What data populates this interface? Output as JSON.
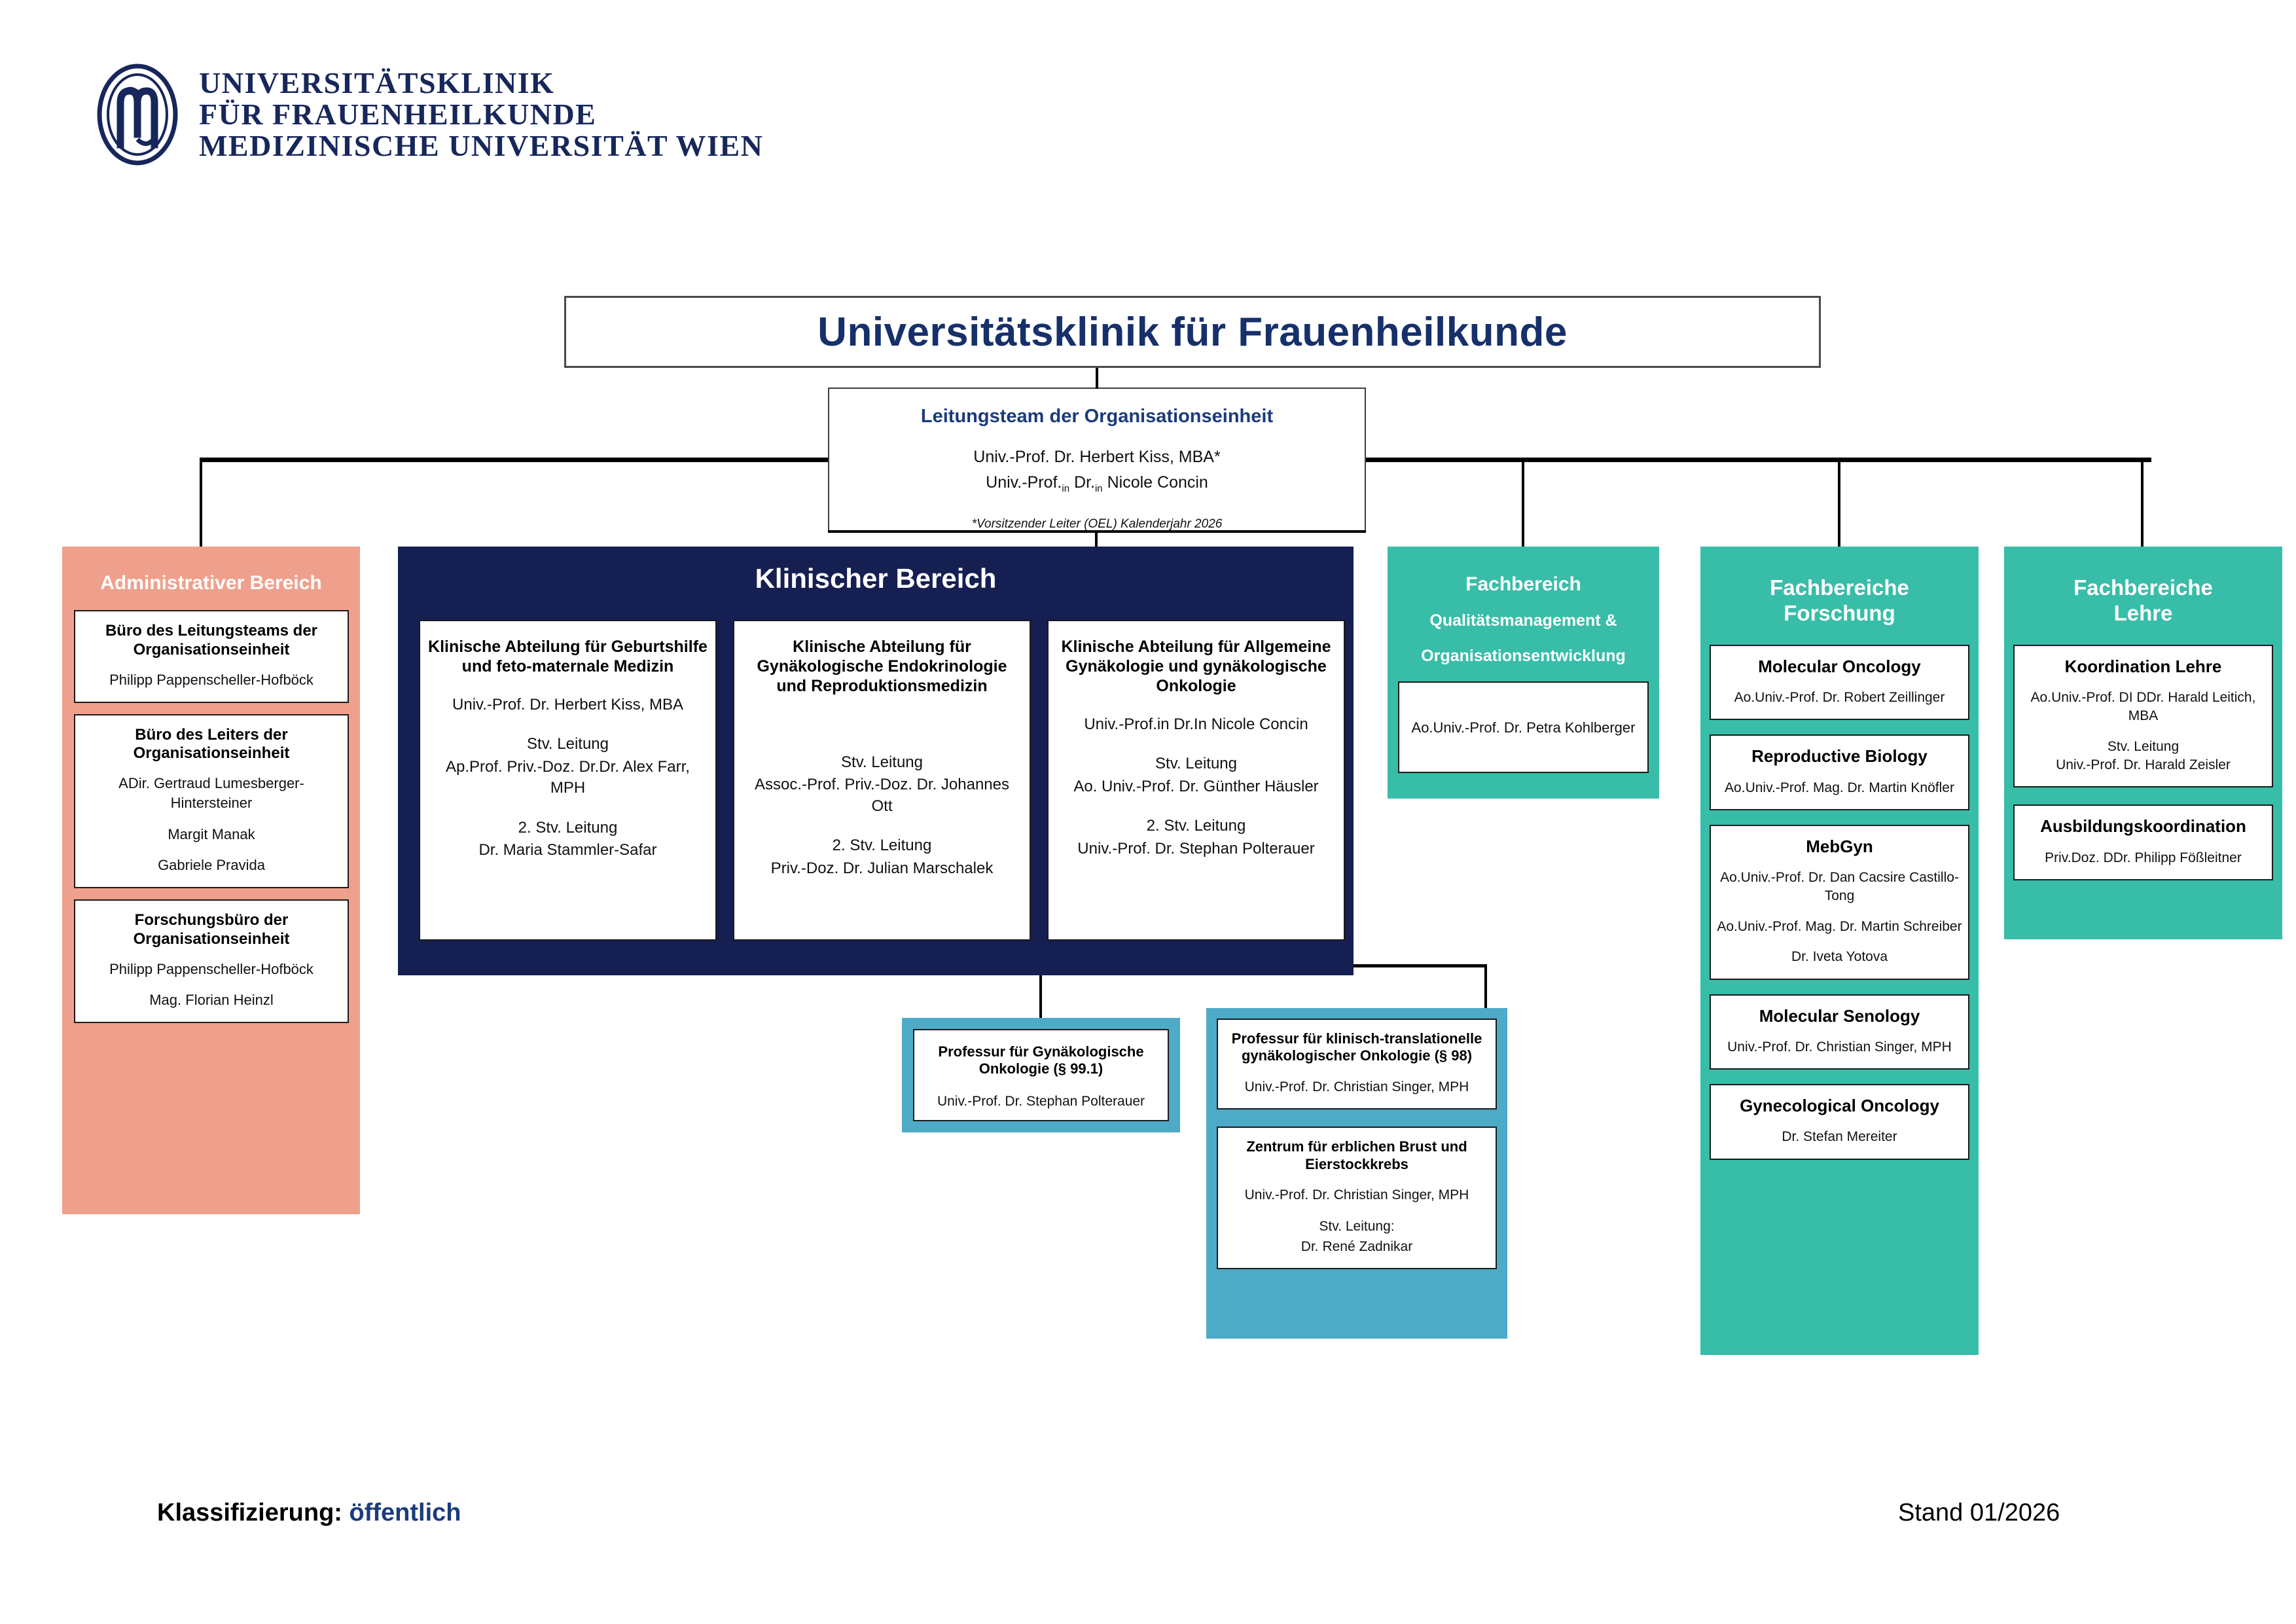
{
  "logo": {
    "line1": "UNIVERSITÄTSKLINIK",
    "line2": "FÜR FRAUENHEILKUNDE",
    "line3": "MEDIZINISCHE UNIVERSITÄT WIEN"
  },
  "title": "Universitätsklinik für Frauenheilkunde",
  "leadership": {
    "heading": "Leitungsteam der Organisationseinheit",
    "member1": "Univ.-Prof. Dr. Herbert Kiss, MBA*",
    "member2_pre": "Univ.-Prof.",
    "member2_sub1": "in",
    "member2_mid": " Dr.",
    "member2_sub2": "in",
    "member2_post": " Nicole Concin",
    "footnote": "*Vorsitzender Leiter (OEL) Kalenderjahr 2026"
  },
  "administrative": {
    "heading": "Administrativer Bereich",
    "cards": [
      {
        "title": "Büro des Leitungsteams der Organisationseinheit",
        "names": [
          "Philipp Pappenscheller-Hofböck"
        ]
      },
      {
        "title": "Büro des Leiters der Organisationseinheit",
        "names": [
          "ADir. Gertraud Lumesberger-Hintersteiner",
          "Margit Manak",
          "Gabriele Pravida"
        ]
      },
      {
        "title": "Forschungsbüro der Organisationseinheit",
        "names": [
          "Philipp Pappenscheller-Hofböck",
          "Mag. Florian Heinzl"
        ]
      }
    ]
  },
  "clinical": {
    "heading": "Klinischer Bereich",
    "departments": [
      {
        "title": "Klinische Abteilung für Geburtshilfe und feto-maternale Medizin",
        "head": "Univ.-Prof. Dr. Herbert Kiss, MBA",
        "deputy_label": "Stv. Leitung",
        "deputy": "Ap.Prof. Priv.-Doz. Dr.Dr. Alex Farr, MPH",
        "deputy2_label": "2. Stv. Leitung",
        "deputy2": "Dr. Maria Stammler-Safar"
      },
      {
        "title": "Klinische Abteilung für Gynäkologische Endokrinologie und Reproduktionsmedizin",
        "head": "",
        "deputy_label": "Stv. Leitung",
        "deputy": "Assoc.-Prof. Priv.-Doz. Dr. Johannes Ott",
        "deputy2_label": "2. Stv. Leitung",
        "deputy2": "Priv.-Doz. Dr. Julian Marschalek"
      },
      {
        "title": "Klinische Abteilung für Allgemeine Gynäkologie und gynäkologische Onkologie",
        "head": "Univ.-Prof.in Dr.In  Nicole Concin",
        "deputy_label": "Stv. Leitung",
        "deputy": "Ao. Univ.-Prof. Dr. Günther Häusler",
        "deputy2_label": "2. Stv. Leitung",
        "deputy2": "Univ.-Prof. Dr. Stephan Polterauer"
      }
    ]
  },
  "professorships": {
    "gyn_onc": {
      "title": "Professur für Gynäkologische Onkologie (§ 99.1)",
      "holder": "Univ.-Prof. Dr. Stephan Polterauer"
    },
    "trans_onc": {
      "title": "Professur für klinisch-translationelle gynäkologischer Onkologie (§ 98)",
      "holder": "Univ.-Prof. Dr. Christian Singer, MPH"
    },
    "center": {
      "title": "Zentrum für erblichen Brust und Eierstockkrebs",
      "holder": "Univ.-Prof. Dr. Christian Singer, MPH",
      "deputy_label": "Stv. Leitung:",
      "deputy": "Dr. René Zadnikar"
    }
  },
  "quality": {
    "heading": "Fachbereich",
    "subheading1": "Qualitätsmanagement &",
    "subheading2": "Organisationsentwicklung",
    "holder": "Ao.Univ.-Prof. Dr. Petra Kohlberger"
  },
  "research": {
    "heading1": "Fachbereiche",
    "heading2": "Forschung",
    "cards": [
      {
        "title": "Molecular Oncology",
        "names": [
          "Ao.Univ.-Prof. Dr. Robert Zeillinger"
        ]
      },
      {
        "title": "Reproductive Biology",
        "names": [
          "Ao.Univ.-Prof. Mag. Dr. Martin Knöfler"
        ]
      },
      {
        "title": "MebGyn",
        "names": [
          "Ao.Univ.-Prof. Dr. Dan Cacsire Castillo-Tong",
          "Ao.Univ.-Prof. Mag. Dr. Martin Schreiber",
          "Dr. Iveta Yotova"
        ]
      },
      {
        "title": "Molecular Senology",
        "names": [
          "Univ.-Prof. Dr. Christian Singer, MPH"
        ]
      },
      {
        "title": "Gynecological Oncology",
        "names": [
          "Dr. Stefan Mereiter"
        ]
      }
    ]
  },
  "teaching": {
    "heading1": "Fachbereiche",
    "heading2": "Lehre",
    "cards": [
      {
        "title": "Koordination Lehre",
        "names": [
          "Ao.Univ.-Prof. DI DDr. Harald Leitich, MBA",
          "Stv. Leitung\nUniv.-Prof. Dr. Harald Zeisler"
        ]
      },
      {
        "title": "Ausbildungskoordination",
        "names": [
          "Priv.Doz. DDr. Philipp Fößleitner"
        ]
      }
    ]
  },
  "footer": {
    "class_label": "Klassifizierung: ",
    "class_value": "öffentlich",
    "date": "Stand 01/2026"
  },
  "colors": {
    "navy": "#151f51",
    "salmon": "#efa08c",
    "teal": "#38bda8",
    "lightblue": "#4dabc8",
    "title_blue": "#16306b"
  }
}
